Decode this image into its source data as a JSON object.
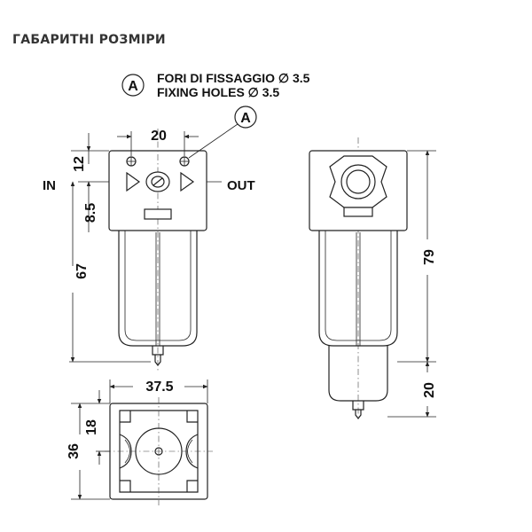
{
  "header": {
    "title": "ГАБАРИТНІ РОЗМІРИ"
  },
  "callout": {
    "letter": "A",
    "line1": "FORI DI FISSAGGIO ∅ 3.5",
    "line2": "FIXING HOLES ∅ 3.5"
  },
  "labels": {
    "port_in": "IN",
    "port_out": "OUT",
    "callout_letter": "A"
  },
  "dimensions": {
    "hole_spacing": "20",
    "head_top": "12",
    "port_height": "8.5",
    "bowl_height": "67",
    "base_width": "37.5",
    "base_half": "18",
    "base_depth": "36",
    "total_height": "79",
    "drain_clearance": "20"
  }
}
